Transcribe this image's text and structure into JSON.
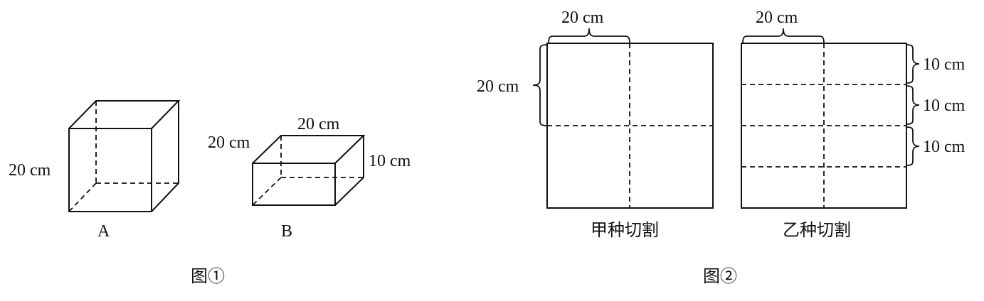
{
  "figure1": {
    "cube_a": {
      "edge_label": "20 cm",
      "letter": "A"
    },
    "box_b": {
      "depth_label": "20 cm",
      "length_label": "20 cm",
      "height_label": "10 cm",
      "letter": "B"
    },
    "caption": "图①"
  },
  "figure2": {
    "cut_jia": {
      "top_label": "20 cm",
      "side_label": "20 cm",
      "caption": "甲种切割"
    },
    "cut_yi": {
      "top_label": "20 cm",
      "row_labels": [
        "10 cm",
        "10 cm",
        "10 cm"
      ],
      "caption": "乙种切割"
    },
    "caption": "图②"
  }
}
